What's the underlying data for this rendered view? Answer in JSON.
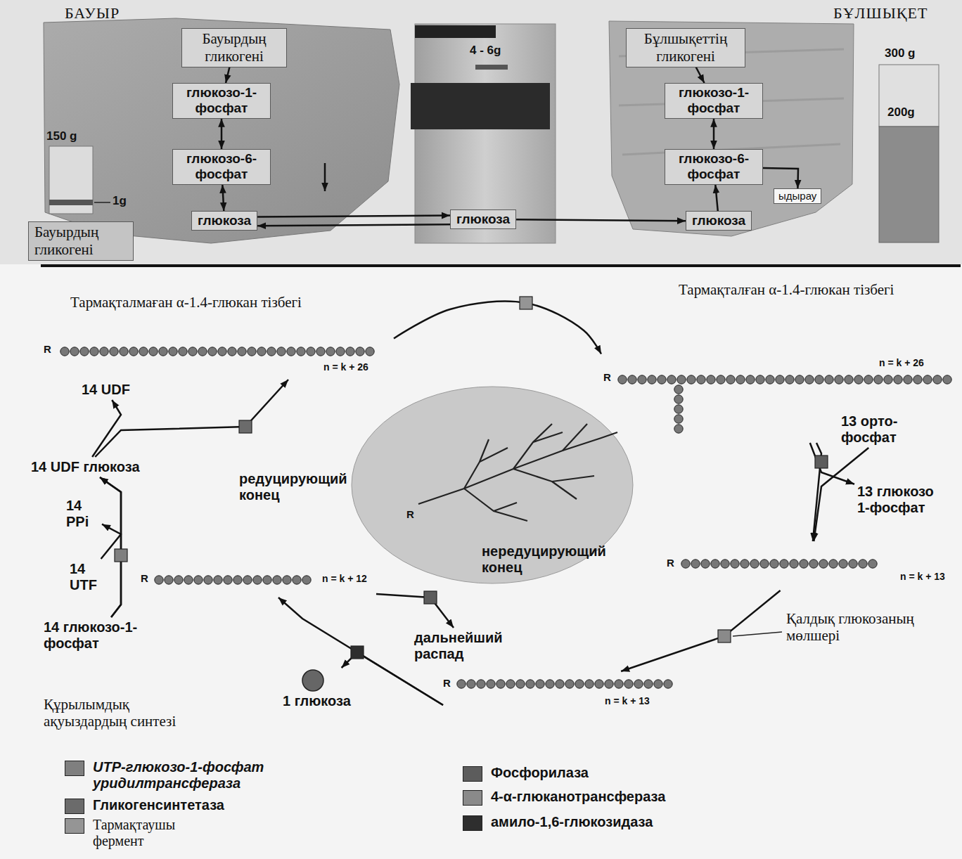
{
  "diagram": {
    "nodes": [
      {
        "text": [
          "Бауырдың гликогені"
        ]
      },
      {
        "text": [
          "глюкозо-1-фосфат"
        ]
      },
      {
        "text": [
          "глюкозо-6-фосфат"
        ]
      },
      {
        "text": [
          "глюкоза"
        ]
      },
      {
        "text": [
          "глюкоза"
        ]
      },
      {
        "text": [
          "Бұлшықеттің гликогені"
        ]
      },
      {
        "text": [
          "глюкозо-1-фосфат"
        ]
      },
      {
        "text": [
          "глюкозо-6-фосфат"
        ]
      },
      {
        "text": [
          "глюкоза"
        ]
      },
      {
        "text": [
          "ыдырау"
        ]
      },
      {
        "text": [
          "Бауырдың гликогені"
        ]
      },
      {
        "text": [
          "Тармақталмаған α-1.4-глюкан тізбегі",
          "R",
          "n = k + 26"
        ]
      },
      {
        "text": [
          "Тармақталған α-1.4-глюкан тізбегі",
          "R",
          "n = k + 26"
        ]
      },
      {
        "text": [
          "13 орто-фосфат"
        ]
      },
      {
        "text": [
          "13 глюкозо 1-фосфат"
        ]
      },
      {
        "text": [
          "R",
          "n = k + 13"
        ]
      },
      {
        "text": [
          "R",
          "n = k + 13"
        ]
      },
      {
        "text": [
          "1 глюкоза"
        ]
      },
      {
        "text": [
          "R",
          "n = k + 12"
        ]
      },
      {
        "text": [
          "дальнейший распад"
        ]
      },
      {
        "text": [
          "14 глюкозо-1-фосфат"
        ]
      },
      {
        "text": [
          "14 UTF"
        ]
      },
      {
        "text": [
          "14 PPi"
        ]
      },
      {
        "text": [
          "14 UDF глюкоза"
        ]
      },
      {
        "text": [
          "14 UDF"
        ]
      },
      {
        "text": [
          "редуцирующий конец",
          "R",
          "нередуцирующий конец"
        ]
      }
    ],
    "edges": [
      {
        "from": 0,
        "to": 1,
        "arrow": "to"
      },
      {
        "from": 1,
        "to": 2,
        "arrow": "both"
      },
      {
        "from": 2,
        "to": 3,
        "arrow": "both"
      },
      {
        "from": 3,
        "to": 4,
        "arrow": "to"
      },
      {
        "from": 4,
        "to": 3,
        "arrow": "to"
      },
      {
        "from": 4,
        "to": 8,
        "arrow": "to"
      },
      {
        "from": 5,
        "to": 6,
        "arrow": "to"
      },
      {
        "from": 6,
        "to": 7,
        "arrow": "both"
      },
      {
        "from": 8,
        "to": 7,
        "arrow": "to"
      },
      {
        "from": 7,
        "to": 9,
        "arrow": "to"
      },
      {
        "from": 11,
        "to": 12,
        "arrow": "to"
      },
      {
        "from": 12,
        "to": 15,
        "arrow": "to"
      },
      {
        "from": 13,
        "to": 15,
        "arrow": "to"
      },
      {
        "from": 12,
        "to": 14,
        "arrow": "to"
      },
      {
        "from": 15,
        "to": 16,
        "arrow": "to"
      },
      {
        "from": 16,
        "to": 17,
        "arrow": "to"
      },
      {
        "from": 16,
        "to": 18,
        "arrow": "to"
      },
      {
        "from": 18,
        "to": 19,
        "arrow": "to"
      },
      {
        "from": 20,
        "to": 23,
        "arrow": "to"
      },
      {
        "from": 21,
        "to": 23,
        "arrow": "to"
      },
      {
        "from": 20,
        "to": 22,
        "arrow": "to"
      },
      {
        "from": 23,
        "to": 11,
        "arrow": "to"
      },
      {
        "from": 23,
        "to": 24,
        "arrow": "to"
      }
    ],
    "labels": [
      "БАУЫР",
      "БҰЛШЫҚЕТ",
      "150 g",
      "1g",
      "4 - 6g",
      "300 g",
      "200g",
      "Қалдық глюкозаның мөлшері",
      "Құрылымдық ақуыздардың синтезі"
    ],
    "legend": [
      {
        "text": "UTP-глюкозо-1-фосфат уридилтрансфераза",
        "color": "#7f7f7f"
      },
      {
        "text": "Гликогенсинтетаза",
        "color": "#6b6b6b"
      },
      {
        "text": "Тармақтаушы фермент",
        "color": "#959595"
      },
      {
        "text": "Фосфорилаза",
        "color": "#5c5c5c"
      },
      {
        "text": "4-α-глюканотрансфераза",
        "color": "#8a8a8a"
      },
      {
        "text": "амило-1,6-глюкозидаза",
        "color": "#2e2e2e"
      }
    ]
  }
}
